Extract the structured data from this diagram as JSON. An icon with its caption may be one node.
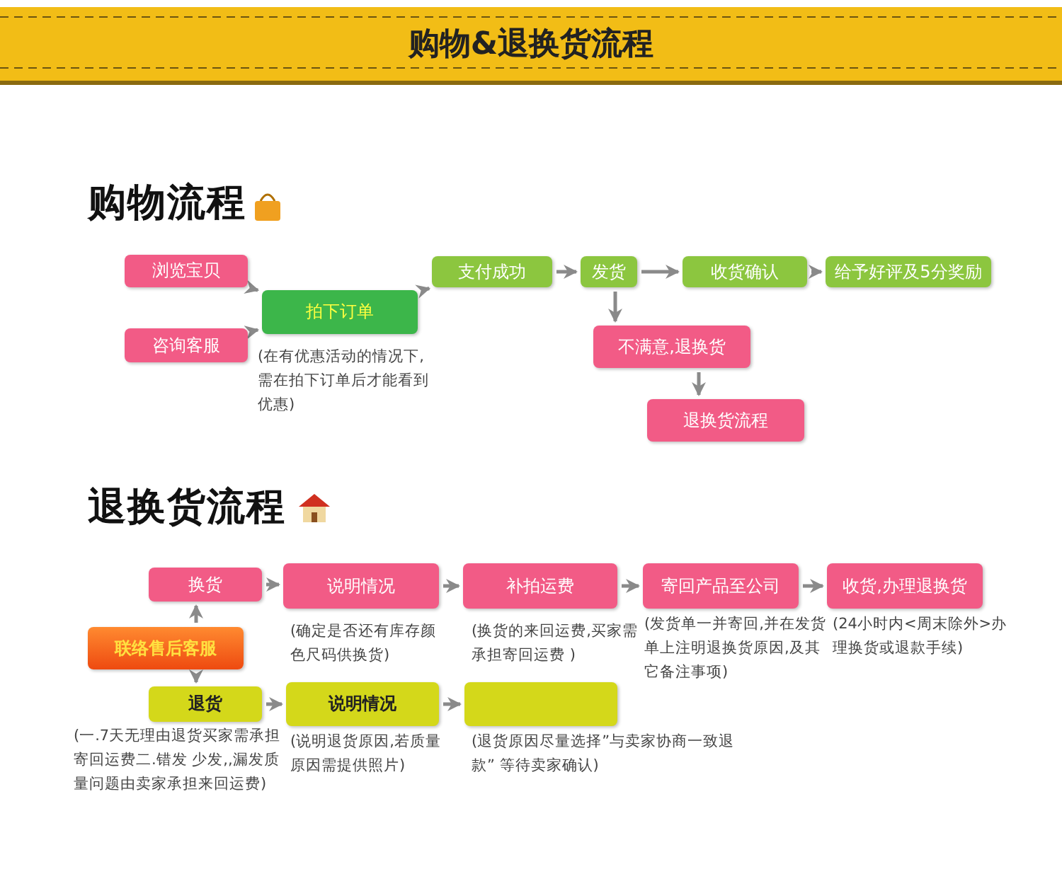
{
  "diagram": {
    "title": "购物&退换货流程",
    "nodes": [
      {
        "text": [
          "浏览宝贝"
        ]
      },
      {
        "text": [
          "咨询客服"
        ]
      },
      {
        "text": [
          "拍下订单"
        ],
        "beside": [
          "(在有优惠活动的情况下,需在拍下订单后才能看到优惠)"
        ]
      },
      {
        "text": [
          "支付成功"
        ]
      },
      {
        "text": [
          "发货"
        ]
      },
      {
        "text": [
          "收货确认"
        ]
      },
      {
        "text": [
          "给予好评及5分奖励"
        ]
      },
      {
        "text": [
          "不满意,退换货"
        ]
      },
      {
        "text": [
          "退换货流程"
        ]
      },
      {
        "text": [
          "联络售后客服"
        ]
      },
      {
        "text": [
          "换货"
        ]
      },
      {
        "text": [
          "说明情况"
        ],
        "beside": [
          "(确定是否还有库存颜色尺码供换货)"
        ]
      },
      {
        "text": [
          "补拍运费"
        ],
        "beside": [
          "(换货的来回运费,买家需承担寄回运费 )"
        ]
      },
      {
        "text": [
          "寄回产品至公司"
        ],
        "beside": [
          "(发货单一并寄回,并在发货单上注明退换货原因,及其它备注事项)"
        ]
      },
      {
        "text": [
          "收货,办理退换货"
        ],
        "beside": [
          "(24小时内<周末除外>办理换货或退款手续)"
        ]
      },
      {
        "text": [
          "退货"
        ],
        "beside": [
          "(一.7天无理由退货买家需承担寄回运费二.错发 少发,,漏发质量问题由卖家承担来回运费)"
        ]
      },
      {
        "text": [
          "说明情况"
        ],
        "beside": [
          "(说明退货原因,若质量原因需提供照片)"
        ]
      },
      {
        "text": [],
        "shape": "box",
        "beside": [
          "(退货原因尽量选择”与卖家协商一致退款” 等待卖家确认)"
        ]
      }
    ],
    "edges": [
      {
        "from": 0,
        "to": 2,
        "arrow": "to"
      },
      {
        "from": 1,
        "to": 2,
        "arrow": "to"
      },
      {
        "from": 2,
        "to": 3,
        "arrow": "to"
      },
      {
        "from": 3,
        "to": 4,
        "arrow": "to"
      },
      {
        "from": 4,
        "to": 5,
        "arrow": "to"
      },
      {
        "from": 5,
        "to": 6,
        "arrow": "to"
      },
      {
        "from": 4,
        "to": 7,
        "arrow": "to"
      },
      {
        "from": 7,
        "to": 8,
        "arrow": "to"
      },
      {
        "from": 9,
        "to": 10,
        "arrow": "to"
      },
      {
        "from": 9,
        "to": 15,
        "arrow": "to"
      },
      {
        "from": 10,
        "to": 11,
        "arrow": "to"
      },
      {
        "from": 11,
        "to": 12,
        "arrow": "to"
      },
      {
        "from": 12,
        "to": 13,
        "arrow": "to"
      },
      {
        "from": 13,
        "to": 14,
        "arrow": "to"
      },
      {
        "from": 15,
        "to": 16,
        "arrow": "to"
      },
      {
        "from": 16,
        "to": 17,
        "arrow": "to"
      }
    ],
    "labels": [
      "购物流程",
      "退换货流程"
    ]
  }
}
